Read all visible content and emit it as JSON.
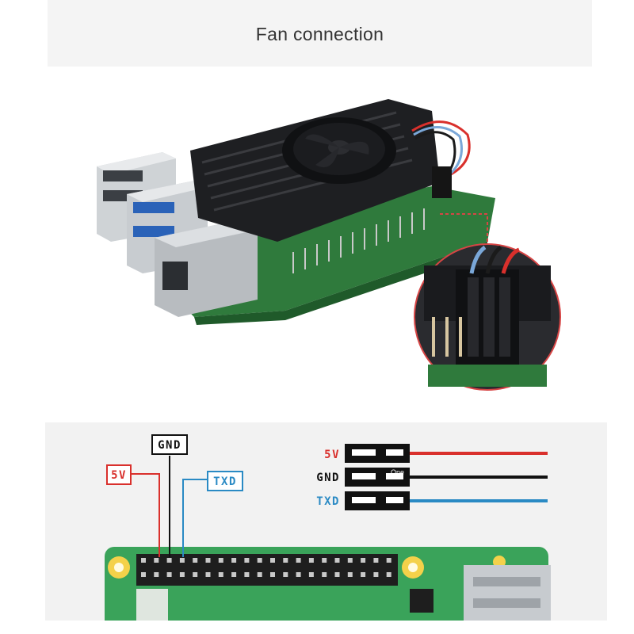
{
  "header": {
    "title": "Fan connection"
  },
  "diagram": {
    "labels": {
      "gnd": "GND",
      "five_v": "5V",
      "txd": "TXD"
    },
    "legend": {
      "five_v": "5V",
      "gnd": "GND",
      "txd": "TXD",
      "connector_note": "One"
    },
    "colors": {
      "five_v": "#d9302c",
      "gnd": "#111111",
      "txd": "#2a8ac4",
      "board": "#3aa35a"
    }
  },
  "photo": {
    "icons": [
      "raspberry-pi-board-photo",
      "heatsink-fan",
      "usb-ports",
      "ethernet-port",
      "zoom-inset-connector"
    ]
  }
}
